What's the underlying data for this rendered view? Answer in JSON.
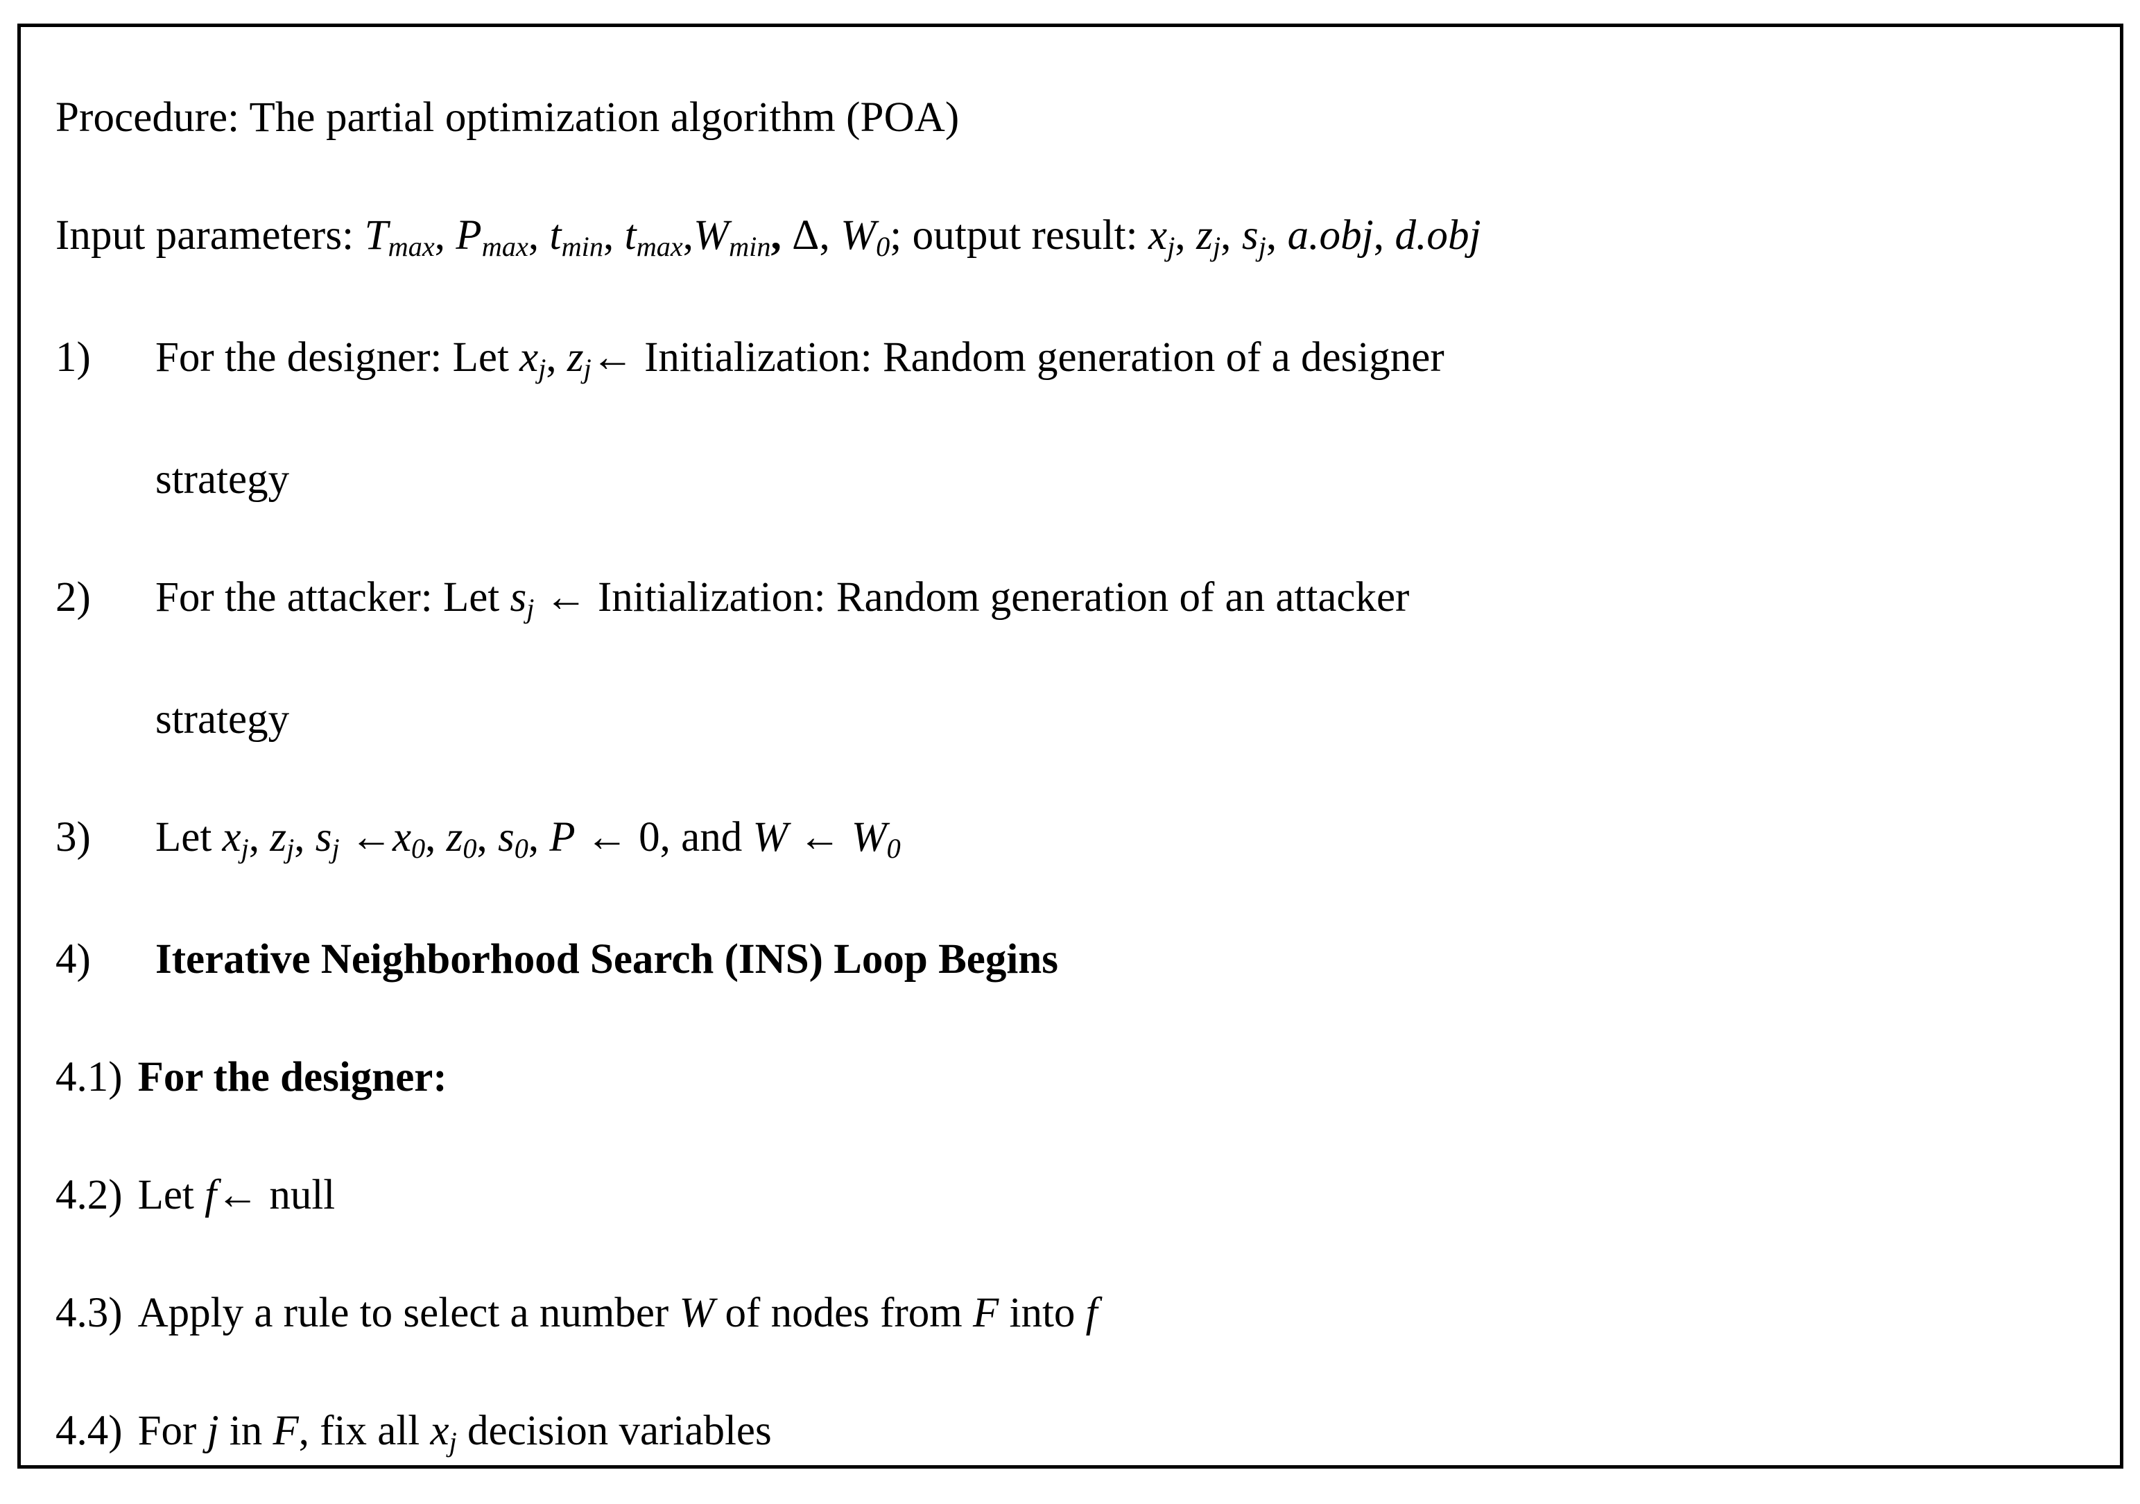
{
  "document": {
    "type": "algorithm-pseudocode-box",
    "border_color": "#000000",
    "text_color": "#000000",
    "background_color": "#ffffff",
    "header": {
      "procedure_label": "Procedure:",
      "procedure_title": "The partial optimization algorithm (POA)",
      "procedure_full": "Procedure: The partial optimization algorithm (POA)",
      "input_label": "Input parameters:",
      "input_params": [
        "T",
        "P",
        "t",
        "t",
        "W",
        "Δ",
        "W"
      ],
      "input_subscripts": [
        "max",
        "max",
        "min",
        "max",
        "min",
        "",
        "0"
      ],
      "output_label": "output result:",
      "output_params": [
        "x",
        "z",
        "s",
        "a.obj",
        "d.obj"
      ],
      "output_subscripts": [
        "j",
        "j",
        "j",
        "",
        ""
      ],
      "input_line_full": "Input parameters: Tmax, Pmax, tmin, tmax, Wmin, Δ, W0; output result: xj, zj, sj, a.obj, d.obj"
    },
    "steps": [
      {
        "number": "1)",
        "bold": false,
        "justified": true,
        "text_full": "For the designer: Let xj, zj← Initialization: Random generation of a designer strategy",
        "seg_a": "For the designer: Let ",
        "var_x": "x",
        "var_x_sub": "j",
        "seg_comma": ", ",
        "var_z": "z",
        "var_z_sub": "j",
        "arrow": "←",
        "seg_b": " Initialization: Random generation of a designer",
        "continuation": "strategy"
      },
      {
        "number": "2)",
        "bold": false,
        "justified": true,
        "text_full": "For the attacker: Let sj ← Initialization: Random generation of an attacker strategy",
        "seg_a": "For the attacker: Let ",
        "var_s": "s",
        "var_s_sub": "j",
        "arrow": "←",
        "seg_b": "Initialization: Random generation of an attacker",
        "continuation": "strategy"
      },
      {
        "number": "3)",
        "bold": false,
        "justified": false,
        "text_full": "Let xj, zj, sj ←x0, z0, s0, P ← 0, and W ← W0",
        "seg_let": "Let ",
        "v1": "x",
        "v1s": "j",
        "v2": "z",
        "v2s": "j",
        "v3": "s",
        "v3s": "j",
        "arrow1": "←",
        "v4": "x",
        "v4s": "0",
        "v5": "z",
        "v5s": "0",
        "v6": "s",
        "v6s": "0",
        "vP": "P",
        "arrow2": "←",
        "zero": "0",
        "seg_and": ", and ",
        "vW": "W",
        "arrow3": "←",
        "vW0": "W",
        "vW0s": "0"
      },
      {
        "number": "4)",
        "bold": true,
        "justified": false,
        "text_full": "Iterative Neighborhood Search (INS) Loop Begins"
      },
      {
        "number": "4.1)",
        "bold": true,
        "justified": false,
        "text_full": "For the designer:"
      },
      {
        "number": "4.2)",
        "bold": false,
        "justified": false,
        "text_full": "Let f← null",
        "seg_a": "Let ",
        "var_f": "f",
        "arrow": "←",
        "seg_b": " null"
      },
      {
        "number": "4.3)",
        "bold": false,
        "justified": false,
        "text_full": "Apply a rule to select a number W of nodes from F into f",
        "seg_a": "Apply a rule to select a number ",
        "var_W": "W",
        "seg_b": " of nodes from ",
        "var_F": "F",
        "seg_c": " into ",
        "var_f": "f"
      },
      {
        "number": "4.4)",
        "bold": false,
        "justified": false,
        "text_full": "For j in F, fix all xj decision variables",
        "seg_a": "For ",
        "var_j": "j",
        "seg_b": " in ",
        "var_F": "F",
        "seg_c": ", fix all ",
        "var_x": "x",
        "var_x_sub": "j",
        "seg_d": " decision variables"
      }
    ]
  }
}
